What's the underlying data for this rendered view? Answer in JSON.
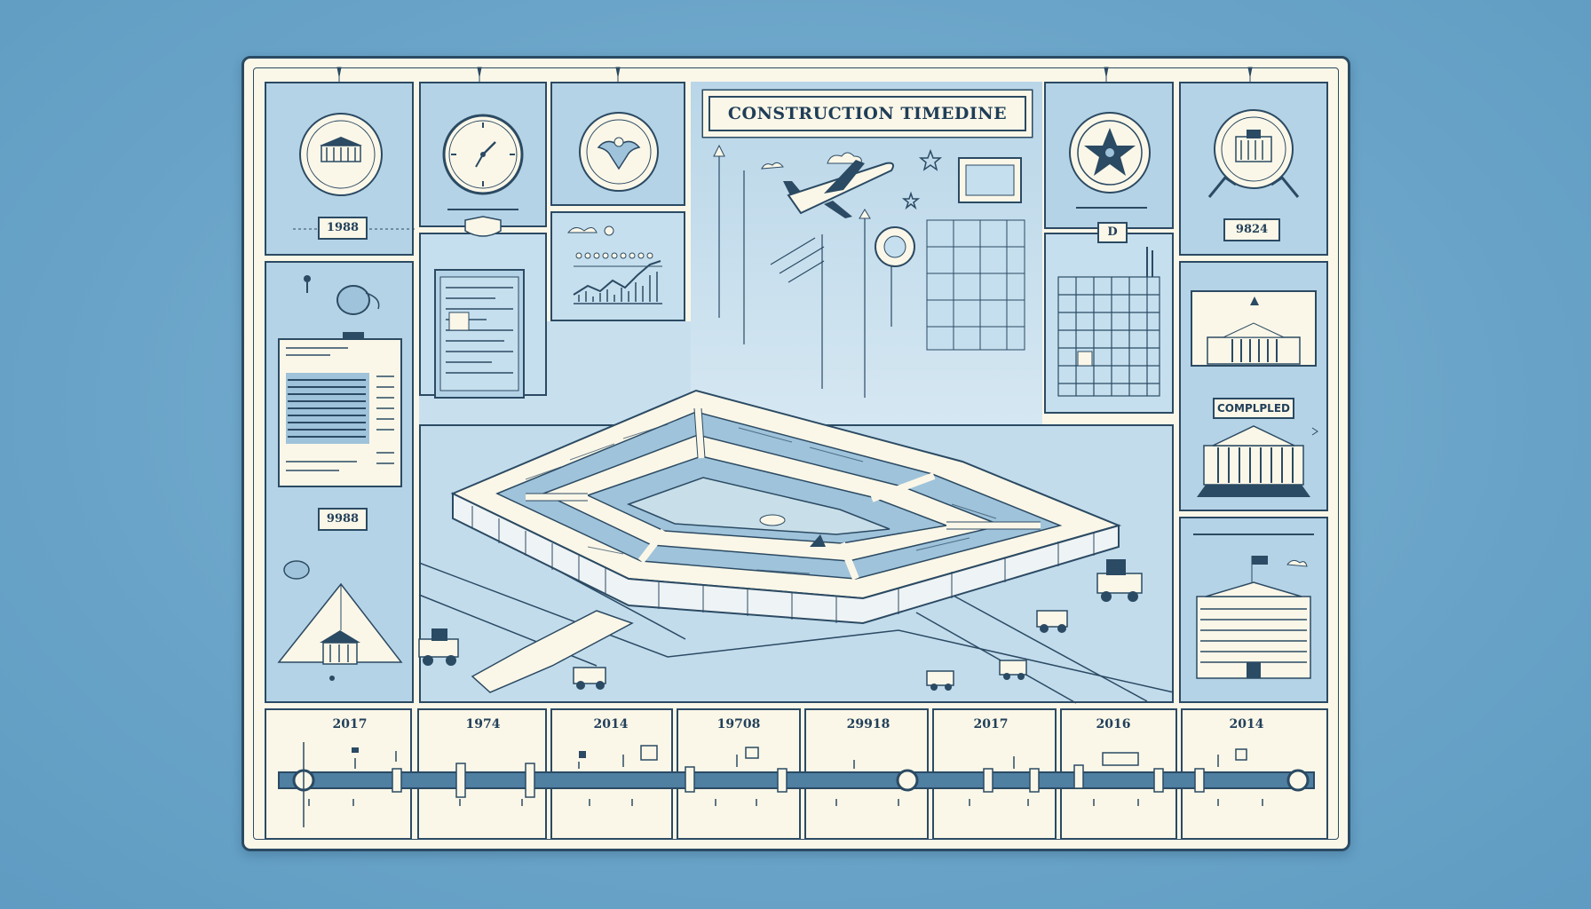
{
  "title": "CONSTRUCTION TIMEDINE",
  "year_boxes": {
    "top_left": "1988",
    "mid_left": "9988",
    "top_right": "9824",
    "panel_letter": "D"
  },
  "status_badge": "COMPLPLED",
  "timeline": {
    "years": [
      "2017",
      "1974",
      "2014",
      "19708",
      "29918",
      "2017",
      "2016",
      "2014"
    ]
  },
  "colors": {
    "background": "#6aa4c8",
    "board": "#fbf7e8",
    "panel": "#b5d3e6",
    "ink": "#2b4a63"
  },
  "icons": [
    "building-seal-icon",
    "clock-icon",
    "eagle-seal-icon",
    "star-seal-icon",
    "building-seal-icon",
    "airplane-icon",
    "pentagon-building-icon",
    "bulldozer-icon",
    "truck-icon",
    "crane-icon",
    "document-icon",
    "line-chart-icon",
    "scaffold-icon",
    "flag-icon"
  ]
}
